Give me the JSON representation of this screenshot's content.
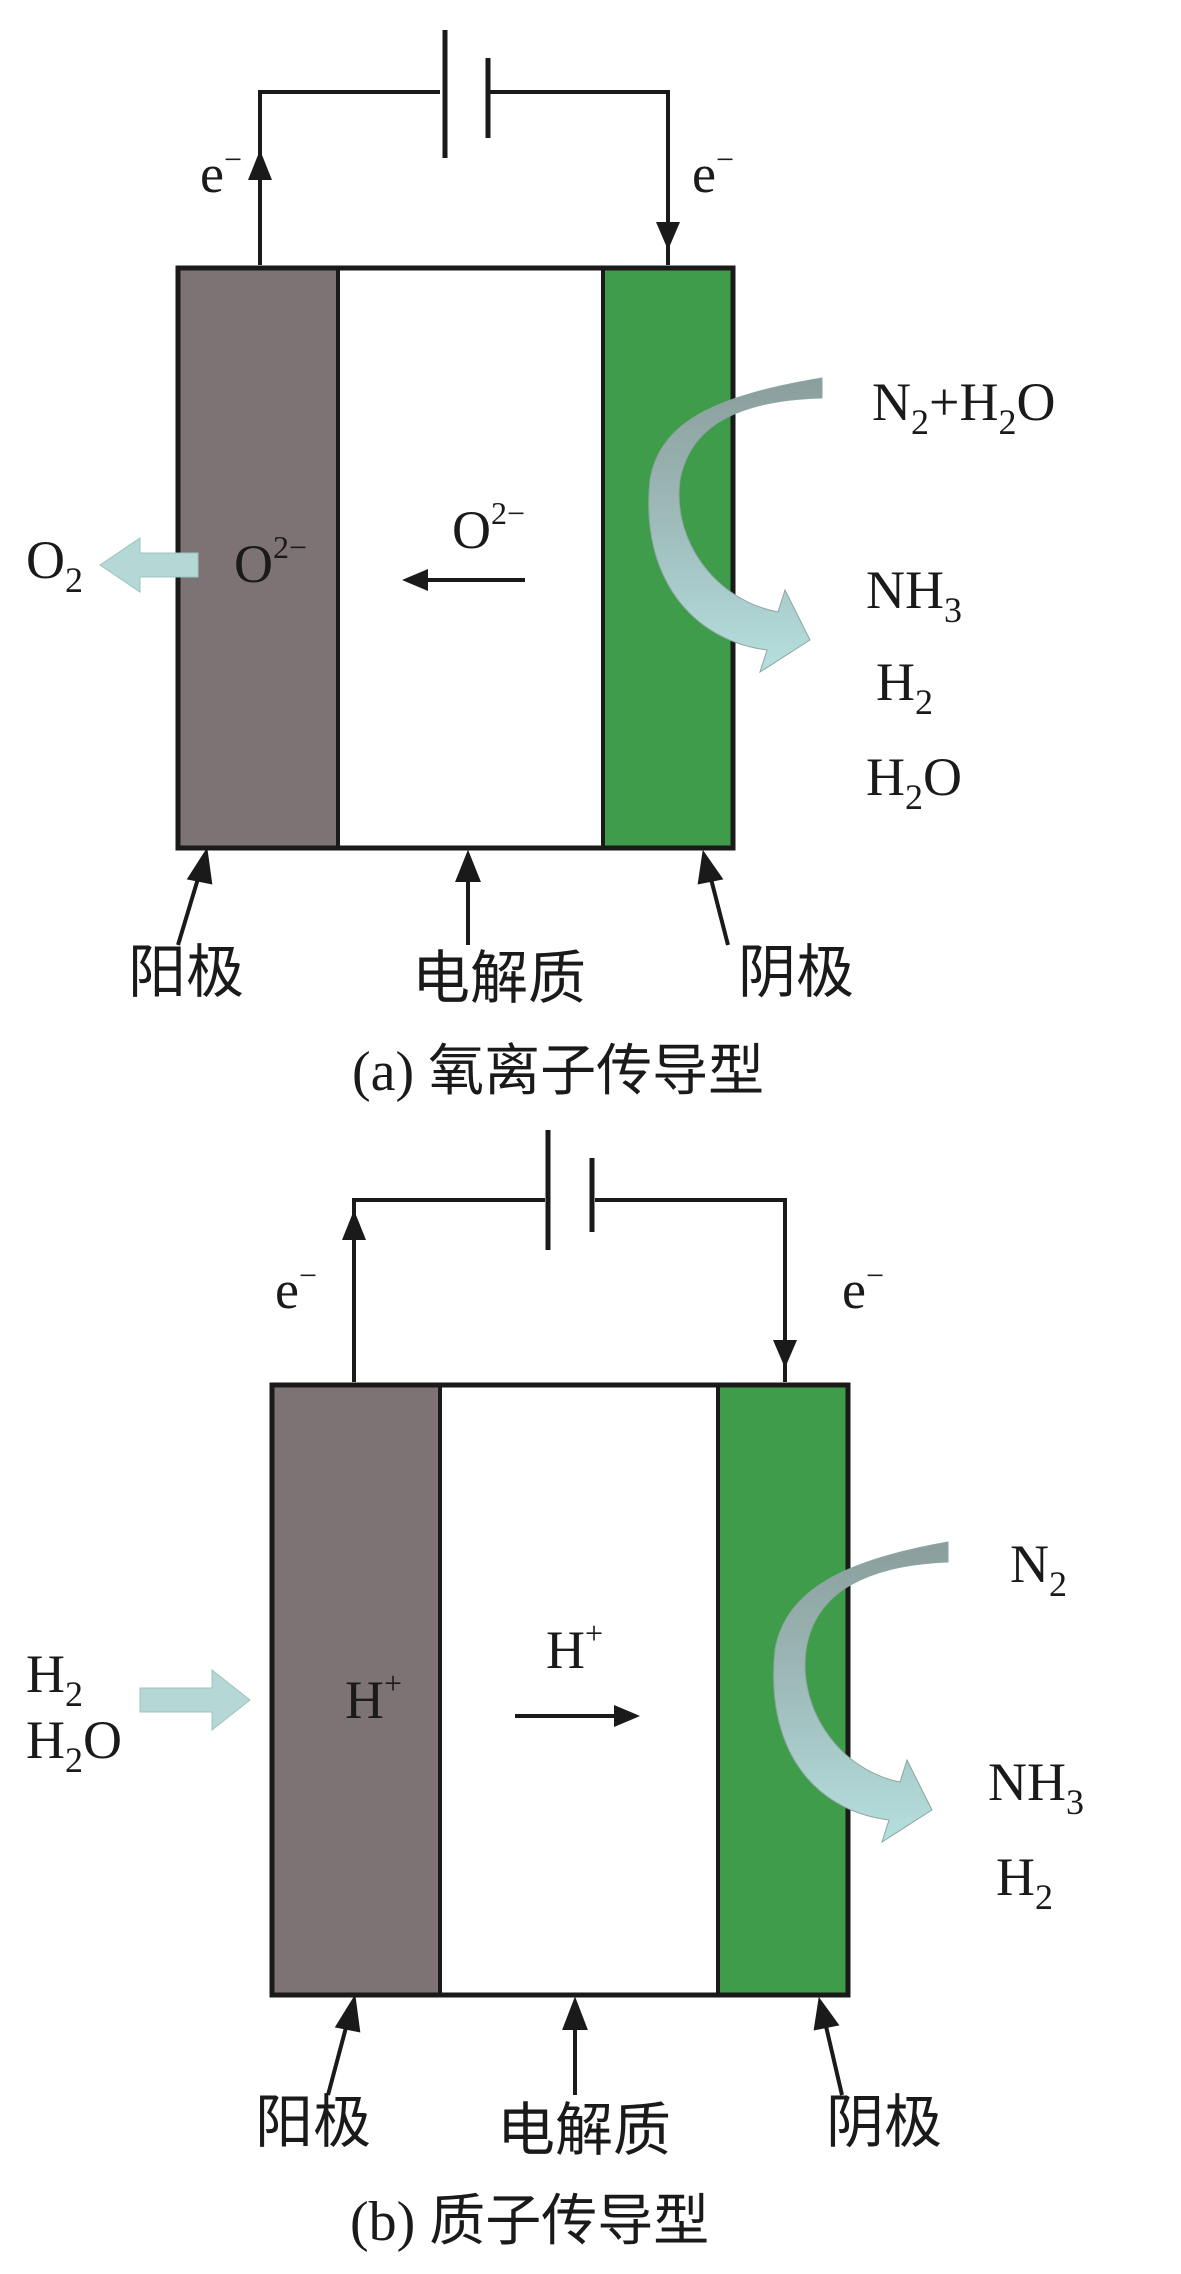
{
  "panel_a": {
    "caption": "(a) 氧离子传导型",
    "anode_label": "阳极",
    "electrolyte_label": "电解质",
    "cathode_label": "阴极",
    "electron_left": "e⁻",
    "electron_right": "e⁻",
    "anode_ion": "O2−",
    "electrolyte_ion": "O2−",
    "left_output": "O2",
    "cathode_input": "N2+H2O",
    "cathode_outputs": [
      "NH3",
      "H2",
      "H2O"
    ]
  },
  "panel_b": {
    "caption": "(b) 质子传导型",
    "anode_label": "阳极",
    "electrolyte_label": "电解质",
    "cathode_label": "阴极",
    "electron_left": "e⁻",
    "electron_right": "e⁻",
    "anode_ion": "H+",
    "electrolyte_ion": "H+",
    "left_inputs": [
      "H2",
      "H2O"
    ],
    "cathode_input": "N2",
    "cathode_outputs": [
      "NH3",
      "H2"
    ]
  },
  "colors": {
    "anode": "#7d7374",
    "cathode": "#3f9c4a",
    "flow_arrow_top": "#8fa5a3",
    "flow_arrow_bottom": "#a9d4d4",
    "line": "#1a1a1a"
  }
}
